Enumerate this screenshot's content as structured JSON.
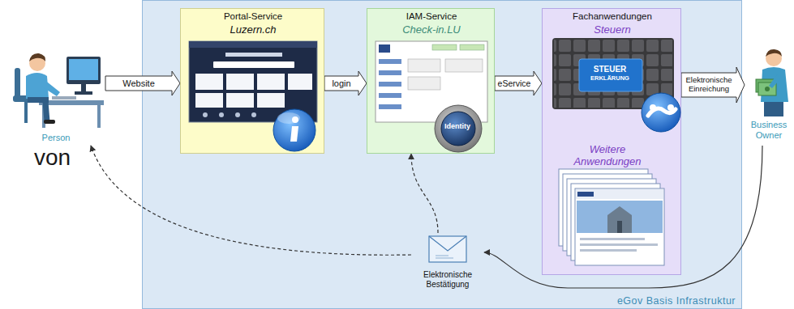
{
  "diagram": {
    "nodes": [
      {
        "text": [
          "Person"
        ]
      },
      {
        "text": [
          "eGov Basis Infrastruktur"
        ]
      },
      {
        "text": [
          "Portal-Service",
          "Luzern.ch"
        ],
        "in": 1
      },
      {
        "text": [
          "IAM-Service",
          "Check-in.LU"
        ],
        "in": 1
      },
      {
        "text": [
          "Fachanwendungen",
          "Steuern",
          "Weitere Anwendungen"
        ],
        "in": 1
      },
      {
        "text": [
          "Elektronische Bestätigung"
        ],
        "in": 1
      },
      {
        "text": [
          "Business Owner"
        ]
      }
    ],
    "edges": [
      {
        "from": 0,
        "to": 2,
        "arrow": "to",
        "label": "Website"
      },
      {
        "from": 2,
        "to": 3,
        "arrow": "to",
        "label": "login"
      },
      {
        "from": 3,
        "to": 4,
        "arrow": "to",
        "label": "eService"
      },
      {
        "from": 4,
        "to": 6,
        "arrow": "to",
        "label": "Elektronische Einreichung"
      },
      {
        "from": 6,
        "to": 5,
        "arrow": "to"
      },
      {
        "from": 5,
        "to": 0,
        "arrow": "to"
      },
      {
        "from": 5,
        "to": 3,
        "arrow": "to"
      }
    ],
    "labels": [
      "von",
      "STEUER",
      "ERKLÄRUNG",
      "Identity"
    ]
  }
}
